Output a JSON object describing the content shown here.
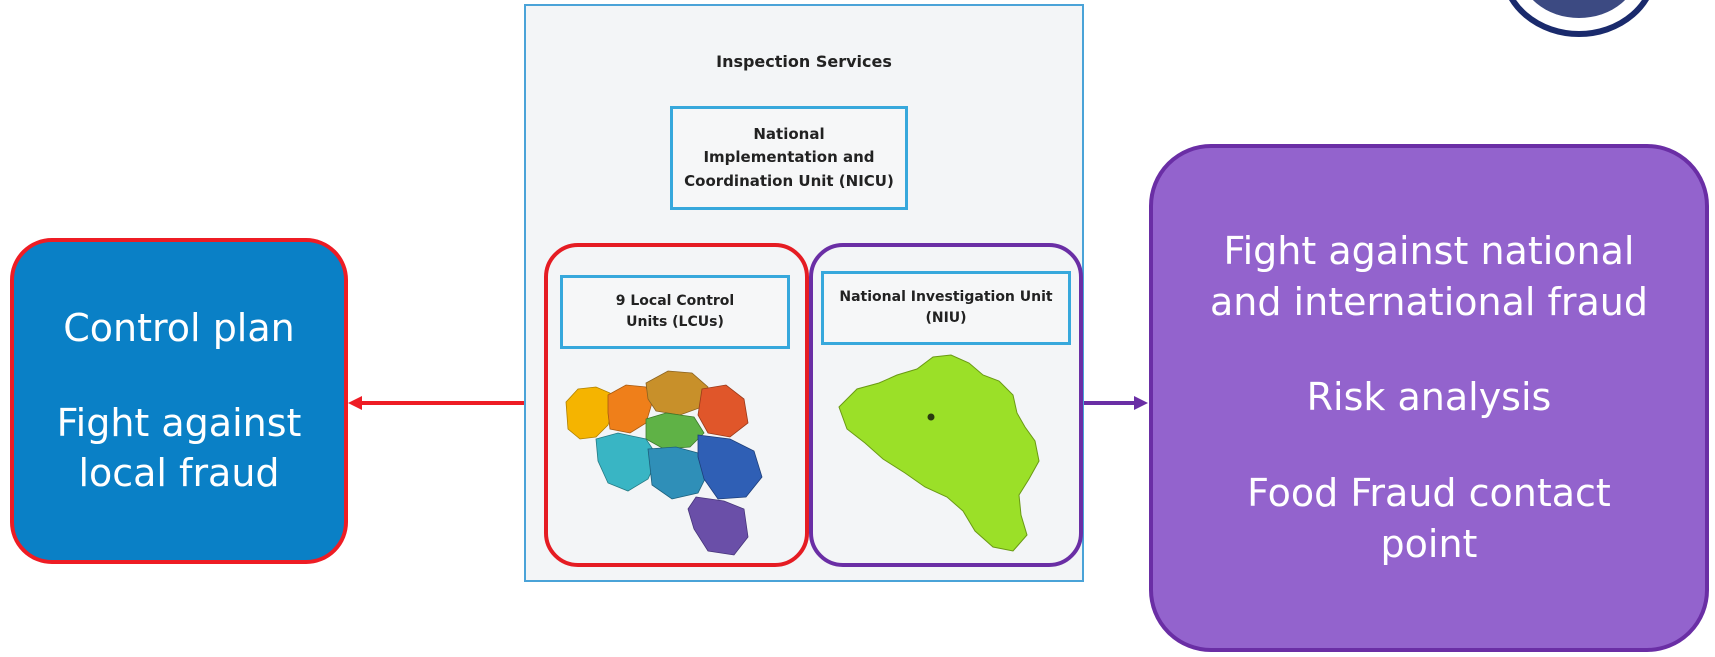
{
  "left_box": {
    "line1": "Control plan",
    "line2": "Fight against",
    "line3": "local fraud"
  },
  "center": {
    "title": "Inspection Services",
    "nicu_label": "National Implementation and Coordination Unit (NICU)",
    "lcu_label": "9 Local Control Units (LCUs)",
    "niu_label": "National Investigation Unit (NIU)"
  },
  "right_box": {
    "line1": "Fight against national",
    "line2": "and international fraud",
    "line3": "Risk analysis",
    "line4": "Food Fraud contact",
    "line5": "point"
  },
  "colors": {
    "left_box_fill": "#0a80c6",
    "left_box_border": "#ee1c24",
    "right_box_fill": "#9363cd",
    "right_box_border": "#6a2ea5",
    "panel_border": "#4aa3d8",
    "arrow_left": "#ee1c24",
    "arrow_right": "#6a2ea5",
    "niu_map": "#9be028"
  }
}
